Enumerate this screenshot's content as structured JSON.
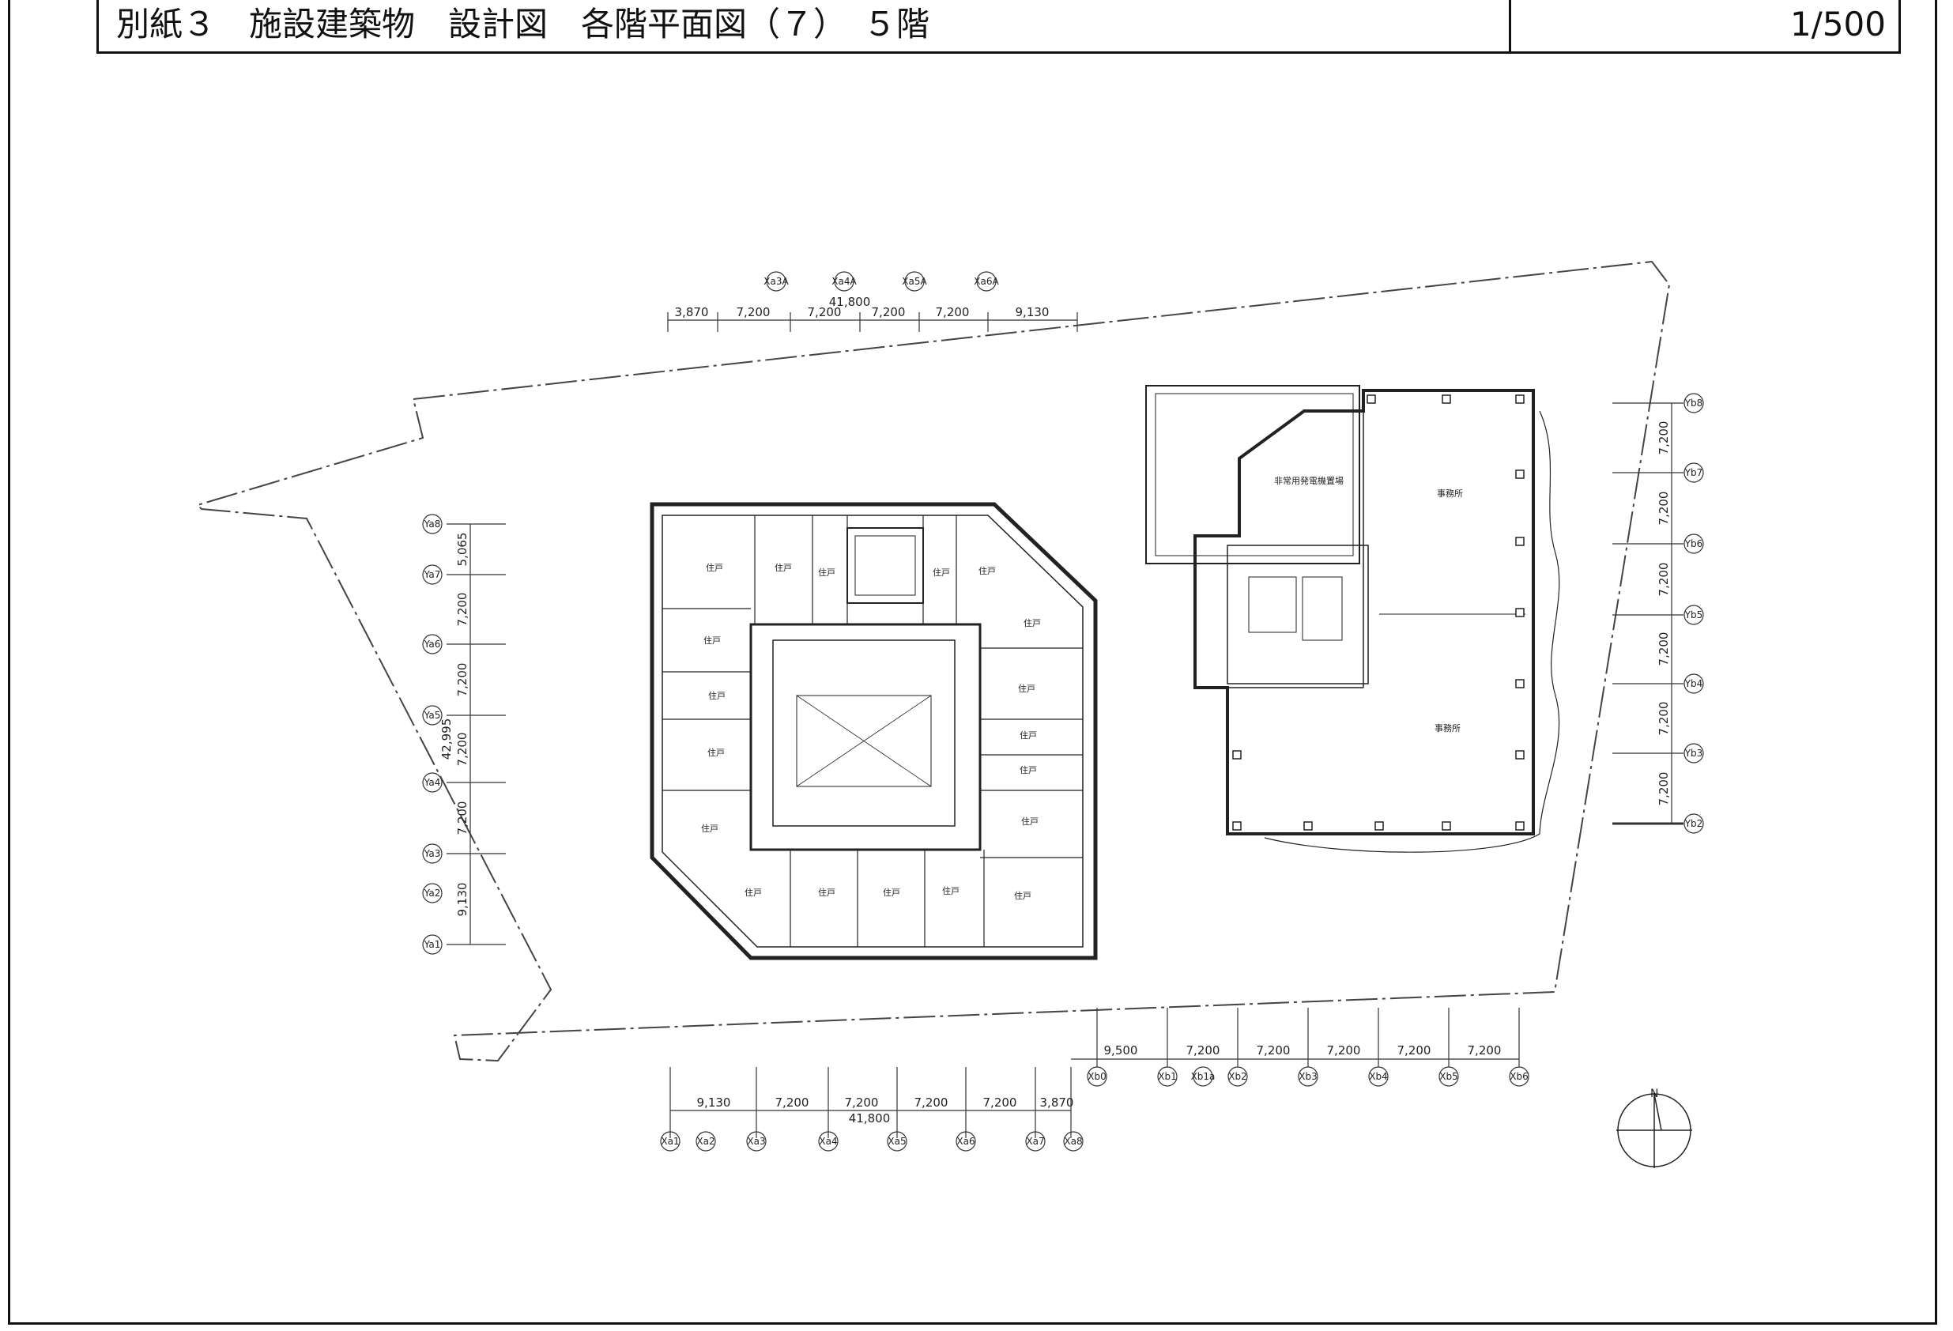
{
  "header": {
    "title": "別紙３　施設建築物　設計図　各階平面図（７）　５階",
    "scale": "1/500"
  },
  "north_label": "N",
  "top_dims": {
    "total": "41,800",
    "segments": [
      "3,870",
      "7,200",
      "7,200",
      "7,200",
      "7,200",
      "9,130"
    ],
    "axes": [
      "Xa3A",
      "Xa4A",
      "Xa5A",
      "Xa6A"
    ]
  },
  "bottom_dims": {
    "total": "41,800",
    "segments": [
      "9,130",
      "7,200",
      "7,200",
      "7,200",
      "7,200",
      "3,870"
    ],
    "axes": [
      "Xa1",
      "Xa2",
      "Xa3",
      "Xa4",
      "Xa5",
      "Xa6",
      "Xa7",
      "Xa8"
    ]
  },
  "left_dims": {
    "total": "42,995",
    "segments": [
      "5,065",
      "7,200",
      "7,200",
      "7,200",
      "7,200",
      "9,130"
    ],
    "axes": [
      "Ya8",
      "Ya7",
      "Ya6",
      "Ya5",
      "Ya4",
      "Ya3",
      "Ya2",
      "Ya1"
    ]
  },
  "right_dims": {
    "segments": [
      "7,200",
      "7,200",
      "7,200",
      "7,200",
      "7,200",
      "7,200"
    ],
    "axes": [
      "Yb8",
      "Yb7",
      "Yb6",
      "Yb5",
      "Yb4",
      "Yb3",
      "Yb2"
    ]
  },
  "xb_dims": {
    "segments": [
      "9,500",
      "7,200",
      "7,200",
      "7,200",
      "7,200",
      "7,200"
    ],
    "axes": [
      "Xb0",
      "Xb1",
      "Xb1a",
      "Xb2",
      "Xb3",
      "Xb4",
      "Xb5",
      "Xb6"
    ]
  },
  "rooms": {
    "unit": "住戸",
    "office": "事務所",
    "generator": "非常用発電機置場"
  }
}
